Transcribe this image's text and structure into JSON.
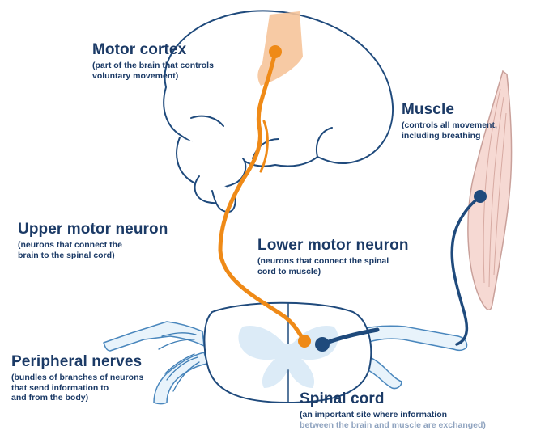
{
  "labels": {
    "motor_cortex": {
      "title": "Motor cortex",
      "desc_line1": "(part of the brain that controls",
      "desc_line2": "voluntary movement)"
    },
    "muscle": {
      "title": "Muscle",
      "desc_line1": "(controls all movement,",
      "desc_line2": "including breathing"
    },
    "upper_motor_neuron": {
      "title": "Upper motor neuron",
      "desc_line1": "(neurons that connect the",
      "desc_line2": "brain to the spinal cord)"
    },
    "lower_motor_neuron": {
      "title": "Lower motor neuron",
      "desc_line1": "(neurons that connect the spinal",
      "desc_line2": "cord to muscle)"
    },
    "peripheral_nerves": {
      "title": "Peripheral nerves",
      "desc_line1": "(bundles of branches of neurons",
      "desc_line2": "that send information to",
      "desc_line3": "and from the body)"
    },
    "spinal_cord": {
      "title": "Spinal cord",
      "desc_line1": "(an important site where information",
      "desc_line2": "between the brain and muscle are exchanged)"
    }
  },
  "colors": {
    "outline": "#1f4a7c",
    "upper_neuron": "#ef8a17",
    "lower_neuron": "#1f4a7c",
    "cortex_highlight": "#f6c49a",
    "muscle_fill": "#f6d9d3",
    "muscle_stroke": "#c9a09a",
    "nerve_fill": "#bfdcf0",
    "gray_matter": "#dcebf7",
    "text": "#1b3a66"
  }
}
